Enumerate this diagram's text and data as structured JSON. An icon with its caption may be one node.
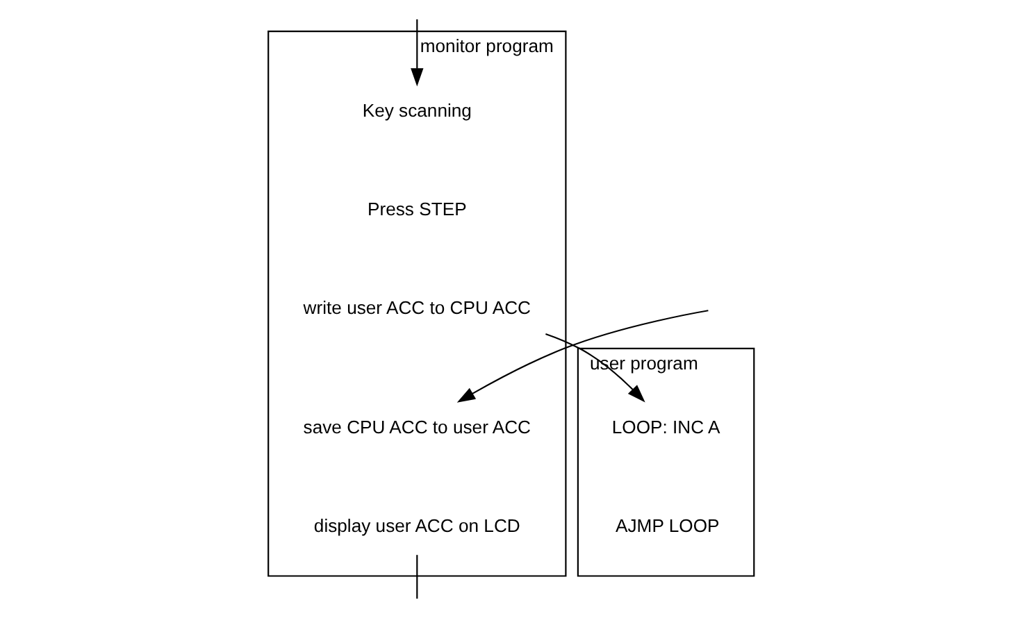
{
  "diagram": {
    "nodes": [
      {
        "text": [
          "monitor program"
        ]
      },
      {
        "text": [
          "Key scanning"
        ],
        "in": 0
      },
      {
        "text": [
          "Press STEP"
        ],
        "in": 0
      },
      {
        "text": [
          "write user ACC to CPU ACC"
        ],
        "in": 0
      },
      {
        "text": [
          "user program"
        ]
      },
      {
        "text": [
          "LOOP: INC A"
        ],
        "in": 4
      },
      {
        "text": [
          "AJMP LOOP"
        ],
        "in": 4
      },
      {
        "text": [
          "save CPU ACC to user ACC"
        ],
        "in": 0
      },
      {
        "text": [
          "display user ACC on LCD"
        ],
        "in": 0
      }
    ],
    "edges": [
      {
        "from": null,
        "to": 1,
        "arrow": "to"
      },
      {
        "from": 3,
        "to": 5,
        "arrow": "to"
      },
      {
        "from": null,
        "to": 7,
        "arrow": "to"
      },
      {
        "from": 8,
        "to": null,
        "arrow": "none"
      }
    ]
  }
}
